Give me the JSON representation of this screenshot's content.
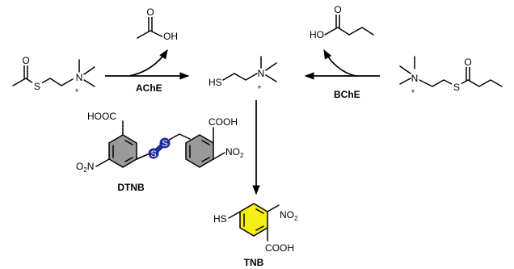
{
  "colors": {
    "disulfide": "#1f2d9c",
    "dtnb_ring": "#9a9a9a",
    "tnb_ring": "#f5ee17"
  },
  "labels": {
    "enzyme_ache": "AChE",
    "enzyme_bche": "BChE",
    "dtnb": "DTNB",
    "tnb": "TNB"
  },
  "atoms": {
    "O": "O",
    "OH": "OH",
    "HO": "HO",
    "S": "S",
    "N": "N",
    "HS": "HS",
    "plus": "+",
    "HOOC": "HOOC",
    "COOH": "COOH",
    "nitro_left_O": "O",
    "nitro_left_sub": "2",
    "nitro_left_N": "N",
    "nitro_right_N": "N",
    "nitro_right_O": "O",
    "nitro_right_sub": "2"
  }
}
